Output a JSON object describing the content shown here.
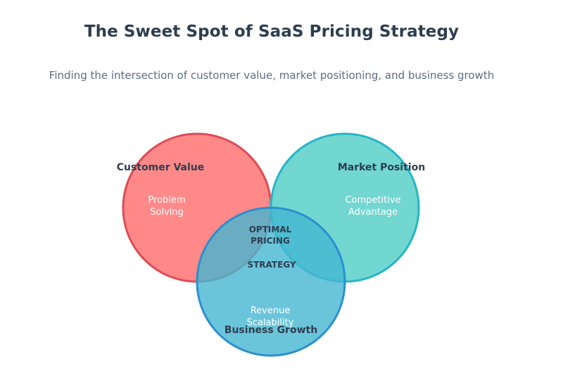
{
  "header": {
    "title": "The Sweet Spot of SaaS Pricing Strategy",
    "subtitle": "Finding the intersection of customer value, market positioning, and business growth"
  },
  "diagram": {
    "circles": [
      {
        "label": "Customer Value",
        "inner_lines": [
          "Problem",
          "Solving"
        ],
        "fill": "#ff6b6b",
        "stroke": "#e04a55"
      },
      {
        "label": "Market Position",
        "inner_lines": [
          "Competitive",
          "Advantage"
        ],
        "fill": "#4ecdc4",
        "stroke": "#26b5c8"
      },
      {
        "label": "Business Growth",
        "inner_lines": [
          "Revenue",
          "Scalability"
        ],
        "fill": "#45b7d1",
        "stroke": "#2b8fd0"
      }
    ],
    "center_lines": [
      "OPTIMAL",
      "PRICING",
      "STRATEGY"
    ],
    "label_color": "#2c3e50",
    "inner_text_color": "#ffffff"
  }
}
